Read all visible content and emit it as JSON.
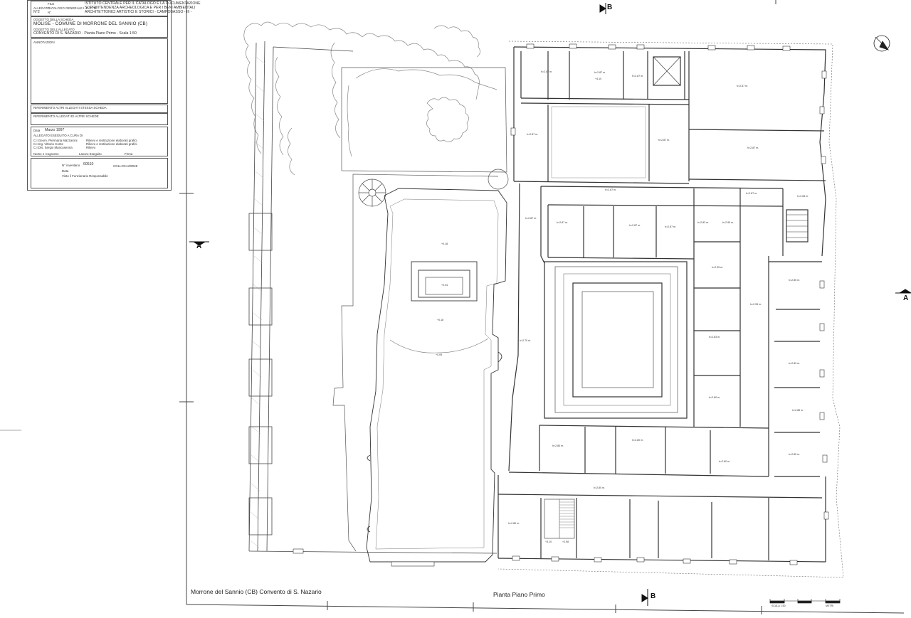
{
  "card": {
    "allegato_label": "ALLEGATO",
    "allegato_num": "N°2",
    "file_label": "FILE",
    "catalogo_label": "CATALOGO GENERALE I. C. C. D.",
    "catalogo_num": "N°",
    "institute_lines": [
      "ISTITUTO CENTRALE PER IL CATALOGO E LA DOCUMENTAZIONE",
      "SOPRINTENDENZA ARCHEOLOGICA E PER I BENI AMBIENTALI",
      "ARCHITETTONICI ARTISTICI E STORICI - CAMPOBASSO - III -"
    ],
    "oggetto_scheda_label": "OGGETTO DELLA SCHEDA",
    "oggetto_scheda": "MOLISE - COMUNE DI MORRONE DEL SANNIO (CB)",
    "oggetto_allegato_label": "OGGETTO DELL'ALLEGATO",
    "oggetto_allegato": "CONVENTO DI S. NAZARIO - Pianta Piano Primo - Scala 1:50",
    "annotazioni": "ANNOTAZIONI",
    "rif_stessa": "RIFERIMENTO ALTRI ALLEGATI STESSA SCHEDA",
    "rif_altre": "RIFERIMENTO ALLEGATI DI ALTRE SCHEDE",
    "data_label": "Data",
    "data_value": "Marzo 1997",
    "eseguito_label": "ALLEGATO ESEGUITO A CURA DI",
    "authors": [
      "C.I.Geom. Piermaria Mazzaroni",
      "C.I.Ing. Vittorio Conte",
      "C.I.Dis. Sergio Mancusenna"
    ],
    "author_roles": [
      "Rilievo e restituzione elaborati grafici",
      "Rilievo e restituzione elaborati grafici",
      "Rilievo"
    ],
    "nome_label": "Nome e Cognome",
    "lavoro_label": "Lavoro Eseguito",
    "firma_label": "Firma",
    "inventario_label": "N° inventario",
    "inventario_value": "60510",
    "collocazione_label": "COLLOCAZIONE",
    "data2_label": "Data",
    "visto_label": "Visto il Funzionario Responsabile"
  },
  "drawing": {
    "title_left": "Morrone del Sannio (CB)   Convento di S. Nazario",
    "title_center": "Pianta Piano Primo",
    "section_b_top": "B",
    "section_b_bottom": "B",
    "section_a_left": "A",
    "section_a_right": "A",
    "scale_label": "SCALA 1:50",
    "scale_unit": "METRI",
    "room_labels": [
      "h=2.87 m.",
      "h=2.87 m.",
      "h=2.87 m.",
      "h=2.87 m.",
      "h=2.87 m.",
      "h=2.87 m.",
      "h=2.87 m.",
      "h=2.87 m.",
      "h=2.87 m.",
      "h=2.87 m.",
      "h=2.87 m.",
      "h=2.87 m.",
      "h=2.83 m.",
      "h=2.95 m.",
      "h=2.95 m.",
      "h=2.95 m.",
      "h=2.83 m.",
      "h=2.85 m.",
      "h=2.89 m.",
      "h=2.85 m.",
      "h=2.85 m.",
      "h=2.80 m.",
      "h=2.80 m.",
      "h=2.80 m.",
      "h=2.80 m.",
      "h=2.80 m.",
      "h=2.80 m.",
      "h=2.70 m.",
      "h=2.87 m.",
      "h=3.08 m."
    ],
    "levels": [
      "+4.10",
      "+0.18",
      "+0.04",
      "+0.18",
      "+0.09",
      "+3.10",
      "+2.98"
    ]
  },
  "colors": {
    "line": "#333333",
    "light": "#777777",
    "paper": "#ffffff"
  }
}
